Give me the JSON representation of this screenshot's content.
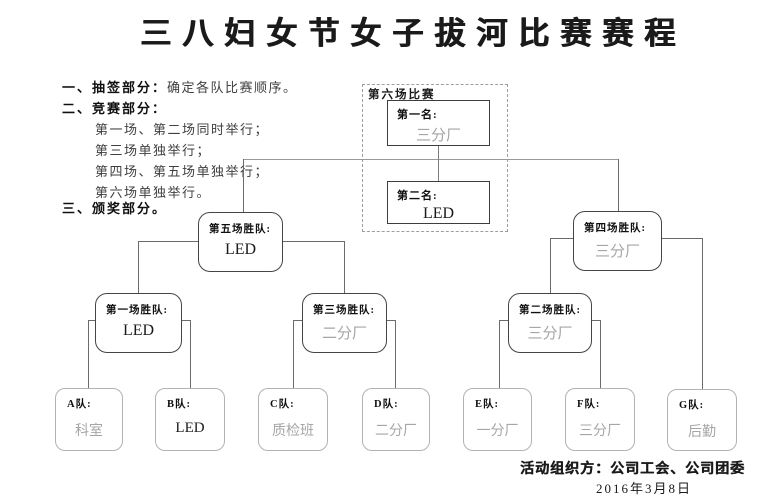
{
  "title": "三八妇女节女子拔河比赛赛程",
  "notes": {
    "item1_label": "一、抽签部分：",
    "item1_text": "确定各队比赛顺序。",
    "item2_label": "二、竞赛部分：",
    "item2_lines": [
      "第一场、第二场同时举行；",
      "第三场单独举行；",
      "第四场、第五场单独举行；",
      "第六场单独举行。"
    ],
    "item3_label": "三、颁奖部分。"
  },
  "bracket": {
    "final_group_label": "第六场比赛",
    "first": {
      "label": "第一名:",
      "team": "三分厂"
    },
    "second": {
      "label": "第二名:",
      "team": "LED"
    },
    "match5": {
      "label": "第五场胜队:",
      "team": "LED"
    },
    "match4": {
      "label": "第四场胜队:",
      "team": "三分厂"
    },
    "match1": {
      "label": "第一场胜队:",
      "team": "LED"
    },
    "match3": {
      "label": "第三场胜队:",
      "team": "二分厂"
    },
    "match2": {
      "label": "第二场胜队:",
      "team": "三分厂"
    },
    "teams": [
      {
        "label": "A队:",
        "name": "科室"
      },
      {
        "label": "B队:",
        "name": "LED"
      },
      {
        "label": "C队:",
        "name": "质检班"
      },
      {
        "label": "D队:",
        "name": "二分厂"
      },
      {
        "label": "E队:",
        "name": "一分厂"
      },
      {
        "label": "F队:",
        "name": "三分厂"
      },
      {
        "label": "G队:",
        "name": "后勤"
      }
    ]
  },
  "footer": {
    "organizer": "活动组织方：公司工会、公司团委",
    "date": "2016年3月8日"
  },
  "colors": {
    "text": "#1a1a1a",
    "muted_team_name": "#a6a6a6",
    "connector_line": "#6b6b6b",
    "light_line": "#9a9a9a",
    "team_box_border": "#b3b3b3",
    "background": "#ffffff"
  }
}
